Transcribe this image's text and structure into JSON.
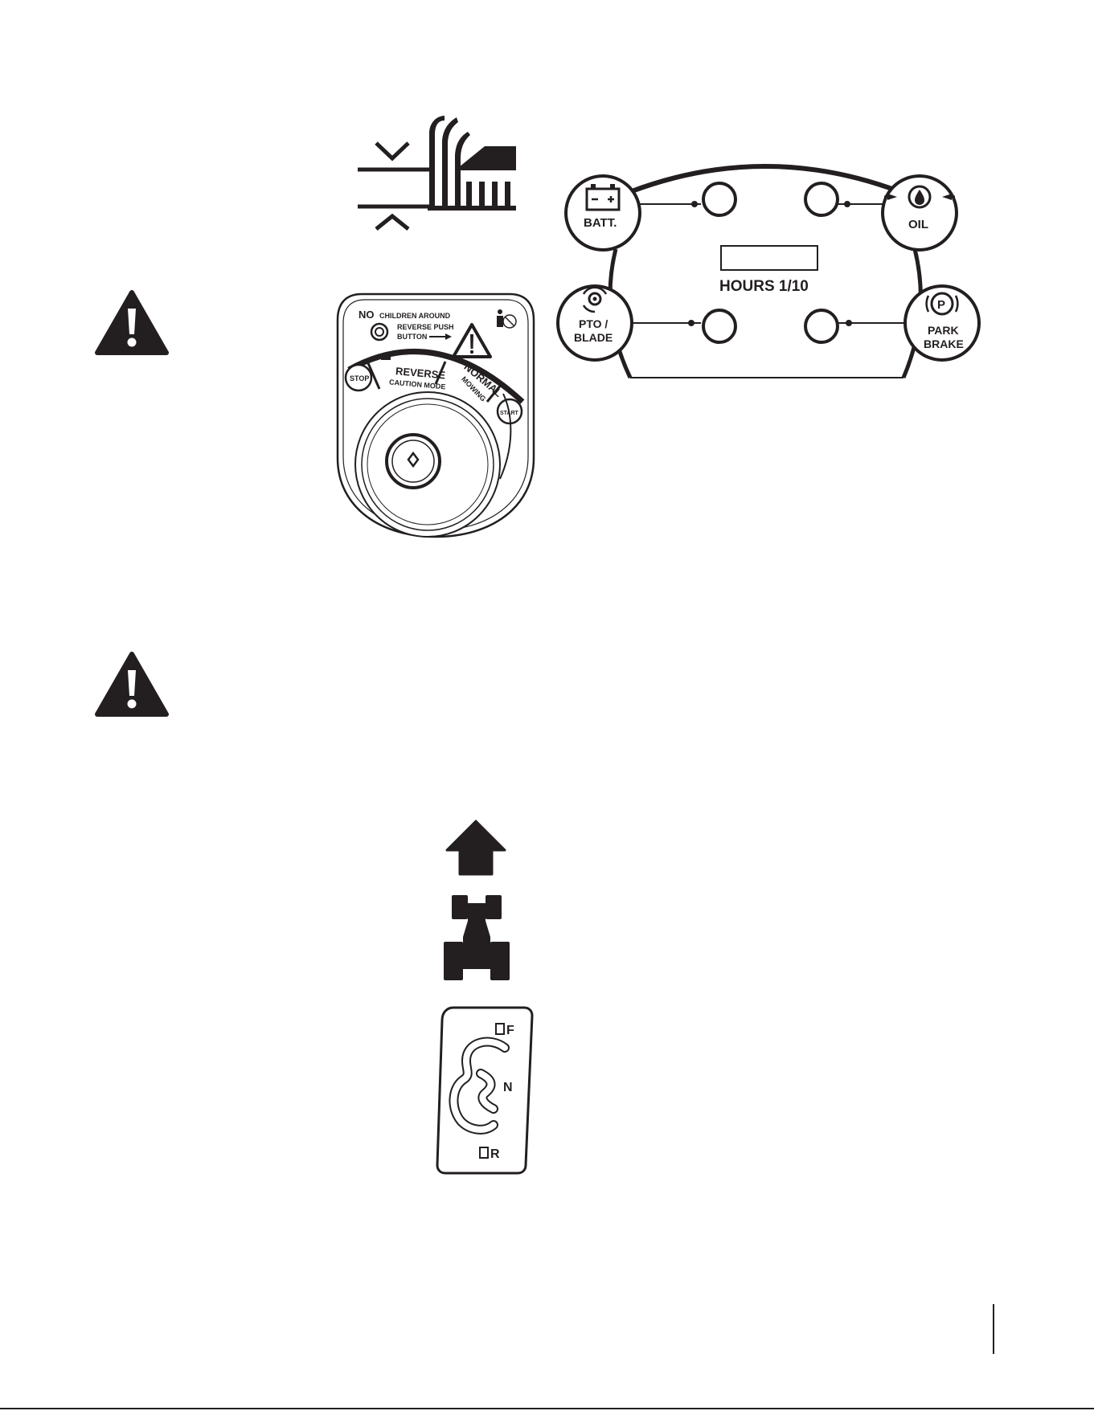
{
  "ignition_decal": {
    "no_label": "NO",
    "children_around": "CHILDREN AROUND",
    "reverse_push_line1": "REVERSE PUSH",
    "reverse_push_line2": "BUTTON",
    "stop_label": "STOP",
    "reverse_label": "REVERSE",
    "caution_mode_label": "CAUTION MODE",
    "normal_label": "NORMAL",
    "mowing_label": "MOWING",
    "start_label": "START"
  },
  "instrument_panel": {
    "battery_label": "BATT.",
    "oil_label": "OIL",
    "pto_line1": "PTO /",
    "pto_line2": "BLADE",
    "park_line1": "PARK",
    "park_line2": "BRAKE",
    "hours_label": "HOURS 1/10"
  },
  "shift_pattern": {
    "forward": "F",
    "neutral": "N",
    "reverse": "R"
  },
  "colors": {
    "ink": "#231f20",
    "paper": "#ffffff"
  },
  "icons": [
    "cutting-height-icon",
    "warning-triangle-icon",
    "ignition-switch-decal",
    "instrument-panel",
    "forward-arrow-icon",
    "tractor-icon",
    "shift-gate-decal"
  ]
}
